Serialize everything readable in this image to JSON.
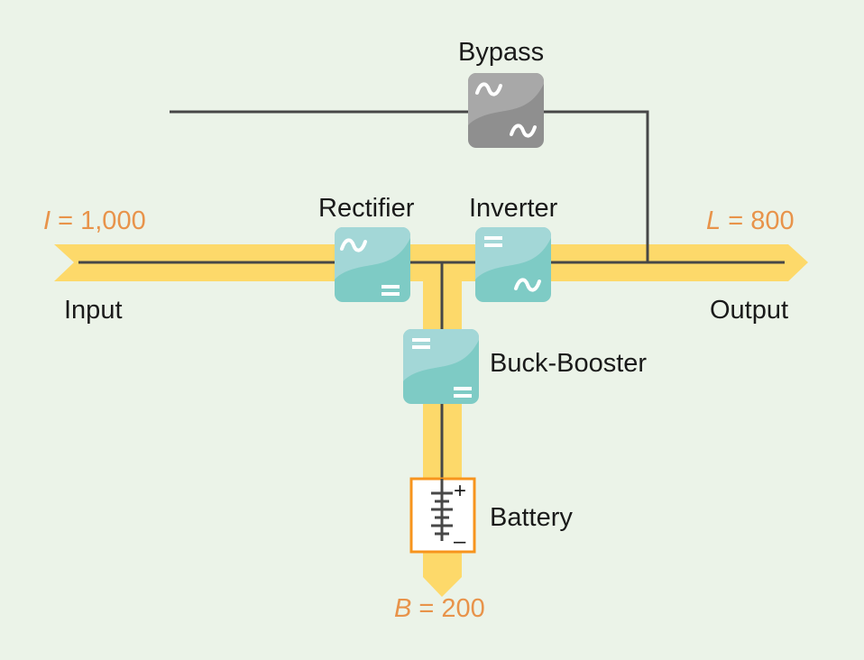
{
  "labels": {
    "bypass": "Bypass",
    "rectifier": "Rectifier",
    "inverter": "Inverter",
    "buck_booster": "Buck-Booster",
    "battery": "Battery",
    "input": "Input",
    "output": "Output"
  },
  "flows": {
    "input": {
      "symbol": "I",
      "eq": " = ",
      "value": "1,000"
    },
    "output": {
      "symbol": "L",
      "eq": " = ",
      "value": "800"
    },
    "battery": {
      "symbol": "B",
      "eq": " = ",
      "value": "200"
    }
  },
  "battery_terminals": {
    "plus": "+",
    "minus": "–"
  },
  "colors": {
    "background": "#ebf3e8",
    "flow_band": "#fdd96a",
    "wire": "#474747",
    "converter": "#7ecbc5",
    "bypass": "#9a9a9a",
    "battery_border": "#f7941d",
    "flow_value": "#e8934a"
  }
}
